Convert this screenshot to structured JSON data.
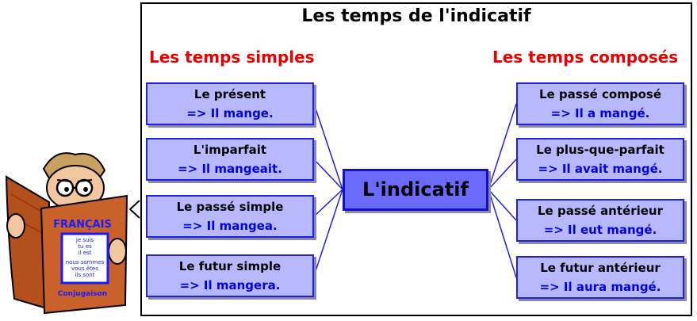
{
  "title": "Les temps de l'indicatif",
  "left_heading": "Les temps simples",
  "right_heading": "Les temps composés",
  "center_label": "L'indicatif",
  "simple_tenses": [
    {
      "name": "Le présent",
      "example": "=> Il mange."
    },
    {
      "name": "L'imparfait",
      "example": "=> Il mangeait."
    },
    {
      "name": "Le passé simple",
      "example": "=> Il mangea."
    },
    {
      "name": "Le futur simple",
      "example": "=> Il mangera."
    }
  ],
  "compound_tenses": [
    {
      "name": "Le passé composé",
      "example": "=> Il a mangé."
    },
    {
      "name": "Le plus-que-parfait",
      "example": "=> Il avait mangé."
    },
    {
      "name": "Le passé antérieur",
      "example": "=> Il eut mangé."
    },
    {
      "name": "Le futur antérieur",
      "example": "=> Il aura mangé."
    }
  ],
  "book": {
    "title": "FRANÇAIS",
    "lines": [
      "je suis",
      "tu es",
      "il est",
      "nous sommes",
      "vous êtes",
      "ils sont"
    ],
    "footer": "Conjugaison"
  },
  "colors": {
    "heading": "#e60000",
    "box_fill": "#b8b8ff",
    "box_border": "#2020e0",
    "center_fill": "#6a6aff",
    "example_text": "#0000e6"
  }
}
